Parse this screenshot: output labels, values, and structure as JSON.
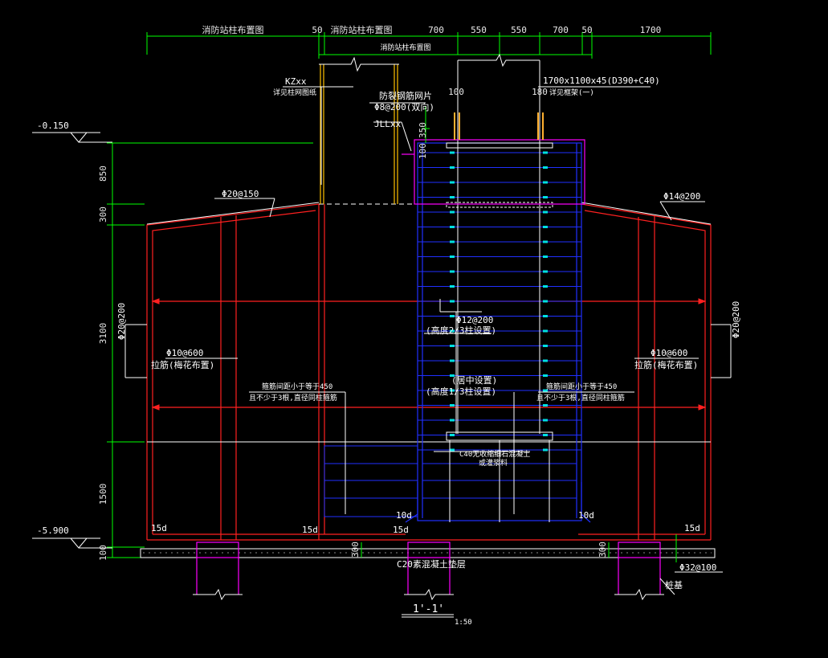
{
  "top_dims": [
    "消防站柱布置图",
    "50",
    "消防站柱布置图",
    "700",
    "550",
    "550",
    "700",
    "50",
    "1700"
  ],
  "top_sub_label": "消防站柱布置图",
  "elev_top": "-0.150",
  "elev_bottom": "-5.900",
  "left_dims": [
    "850",
    "300",
    "3100",
    "1500",
    "100"
  ],
  "callouts": {
    "kz": "KZxx",
    "kz_sub": "详见柱网图纸",
    "crack_mesh": "防裂钢筋网片",
    "crack_rebar": "Φ8@200(双向)",
    "jll": "JLLxx",
    "dim_350": "350",
    "dim_100": "100",
    "dim_100_top": "100",
    "dim_180": "180",
    "cap_size": "1700x1100x45(D390+C40)",
    "cap_sub": "详见框架(一)",
    "slab_left": "Φ20@150",
    "slab_right": "Φ14@200",
    "wall_left_v": "Φ20@200",
    "wall_right_v": "Φ20@200",
    "tie_left": "Φ10@600",
    "tie_left_sub": "拉筋(梅花布置)",
    "tie_right": "Φ10@600",
    "tie_right_sub": "拉筋(梅花布置)",
    "stirrup_left": "箍筋间距小于等于450",
    "stirrup_left_sub": "且不少于3根,直径同柱箍筋",
    "stirrup_right": "箍筋间距小于等于450",
    "stirrup_right_sub": "且不少于3根,直径同柱箍筋",
    "col_mid": "Φ12@200",
    "col_mid_sub": "(高度2/3柱设置)",
    "col_low": "(居中设置)",
    "col_low_sub": "(高度1/3柱设置)",
    "concrete": "C40无收缩细石混凝土",
    "concrete_sub": "或灌浆料",
    "ld_left": "10d",
    "ld_right": "10d",
    "anchor_1": "15d",
    "anchor_2": "15d",
    "anchor_3": "15d",
    "anchor_4": "15d",
    "pad": "C20素混凝土垫层",
    "pile_rebar": "Φ32@100",
    "pile": "桩基",
    "dim_300_a": "300",
    "dim_300_b": "300"
  },
  "section": {
    "label": "1'-1'",
    "scale": "1:50"
  }
}
